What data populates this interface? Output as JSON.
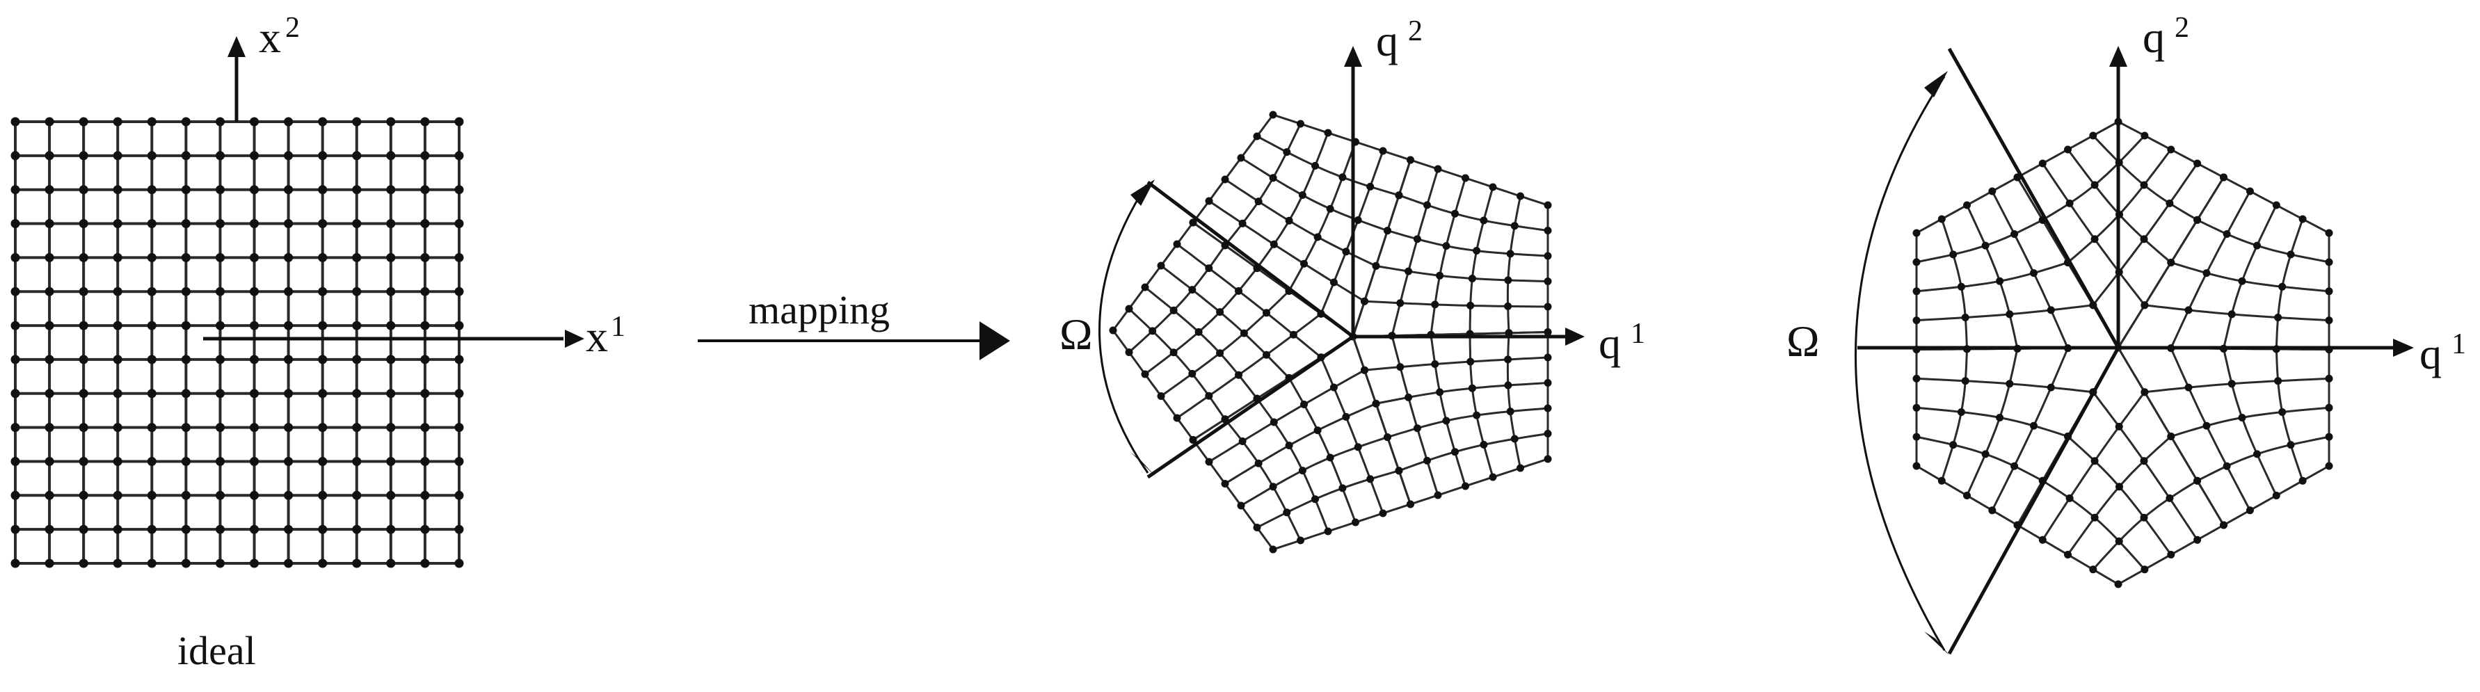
{
  "colors": {
    "ink": "#111111",
    "grid": "#2a2a2a",
    "background": "#ffffff"
  },
  "panel_ideal": {
    "x_axis_base": "x",
    "x_axis_sup": "1",
    "y_axis_base": "x",
    "y_axis_sup": "2",
    "caption": "ideal",
    "grid_nodes_per_side": 14
  },
  "mapping_arrow": {
    "label": "mapping"
  },
  "panel_pentagon": {
    "x_axis_base": "q",
    "x_axis_sup": "1",
    "y_axis_base": "q",
    "y_axis_sup": "2",
    "angle_label": "Ω",
    "sectors": 5
  },
  "panel_hexagon": {
    "x_axis_base": "q",
    "x_axis_sup": "1",
    "y_axis_base": "q",
    "y_axis_sup": "2",
    "angle_label": "Ω",
    "sectors": 6
  }
}
